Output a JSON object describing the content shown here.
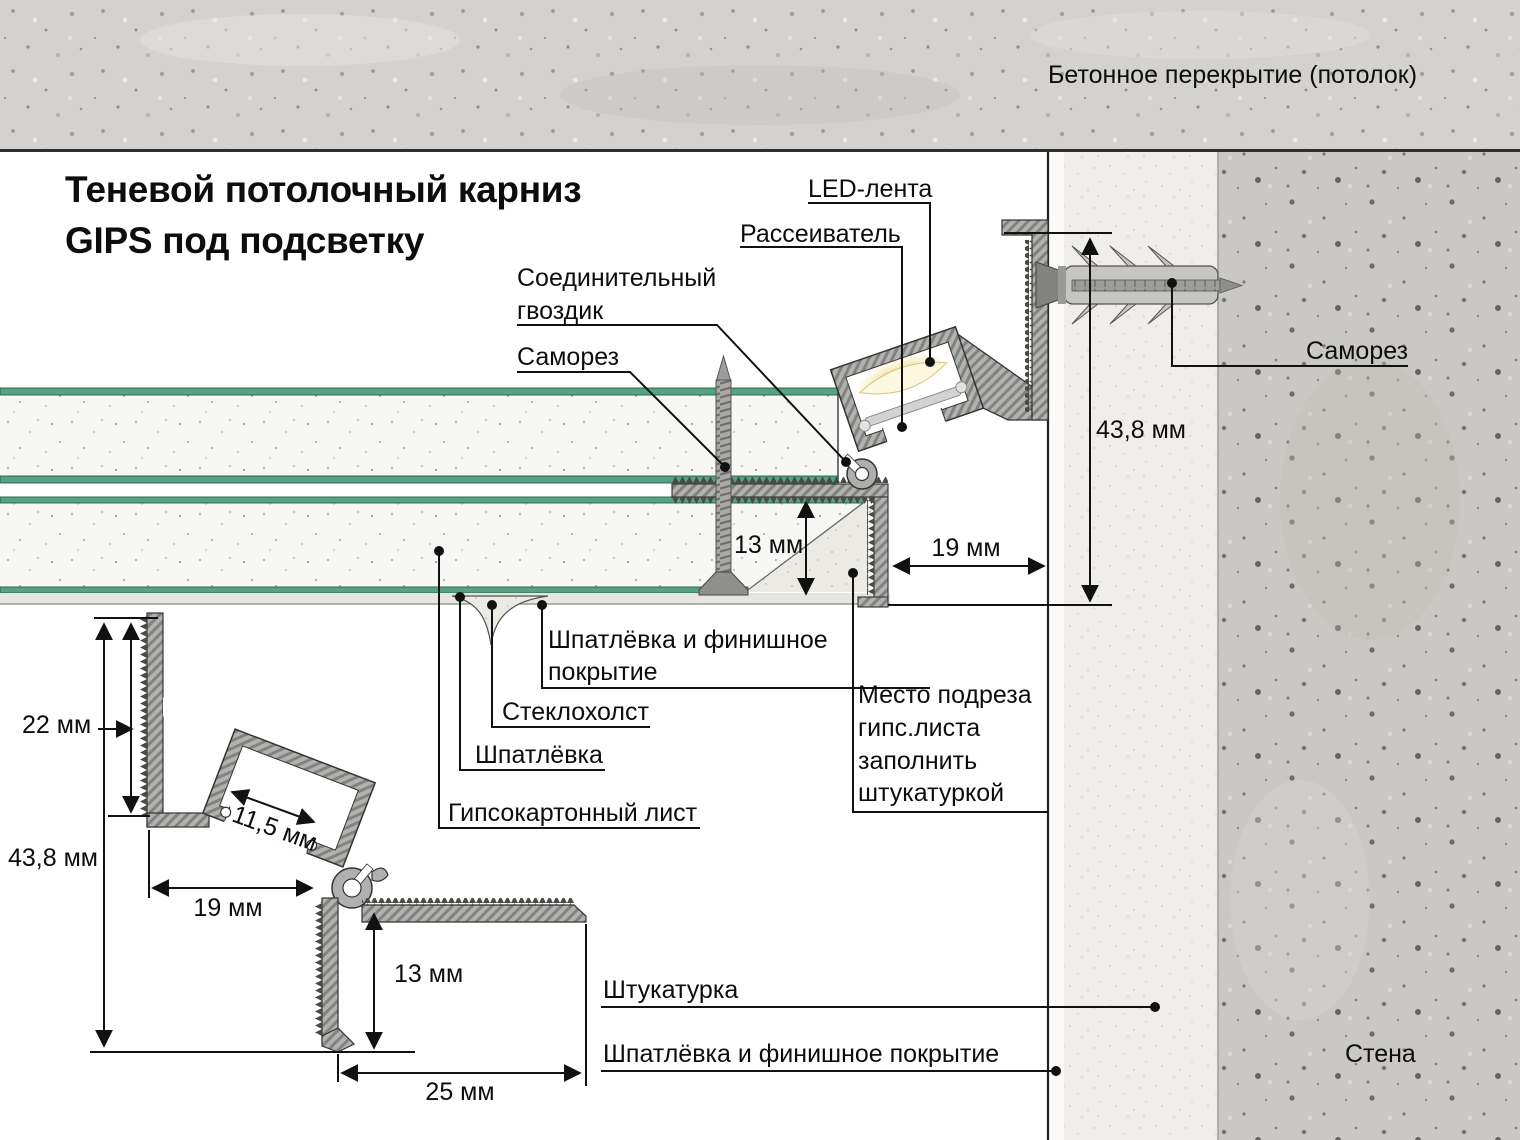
{
  "title": {
    "line1": "Теневой потолочный карниз",
    "line2": "GIPS под подсветку"
  },
  "background": {
    "ceiling_label": "Бетонное перекрытие (потолок)",
    "wall_label": "Стена"
  },
  "main_view": {
    "labels": {
      "led_strip": "LED-лента",
      "diffuser": "Рассеиватель",
      "connecting_nail_line1": "Соединительный",
      "connecting_nail_line2": "гвоздик",
      "screw_left": "Саморез",
      "screw_right": "Саморез",
      "putty_finish_line1": "Шпатлёвка и финишное",
      "putty_finish_line2": "покрытие",
      "fiberglass_mesh": "Стеклохолст",
      "putty": "Шпатлёвка",
      "drywall_sheet": "Гипсокартонный лист",
      "cut_area_line1": "Место подреза",
      "cut_area_line2": "гипс.листа",
      "cut_area_line3": "заполнить",
      "cut_area_line4": "штукатуркой",
      "wall_plaster": "Штукатурка",
      "wall_putty_finish": "Шпатлёвка и финишное покрытие"
    },
    "dimensions": {
      "overall_height": "43,8 мм",
      "ledge_depth": "19 мм",
      "drywall_thickness": "13 мм"
    }
  },
  "section_view": {
    "dimensions": {
      "upper_flange": "22 мм",
      "overall_height": "43,8 мм",
      "ledge_depth": "19 мм",
      "channel_opening": "11,5 мм",
      "lower_flange": "13 мм",
      "base_width": "25 мм"
    }
  },
  "colors": {
    "drywall_facing_green": "#57a284",
    "led_glow": "#f6e9b4",
    "profile_gray": "#b2b2b0",
    "line_black": "#111111"
  }
}
